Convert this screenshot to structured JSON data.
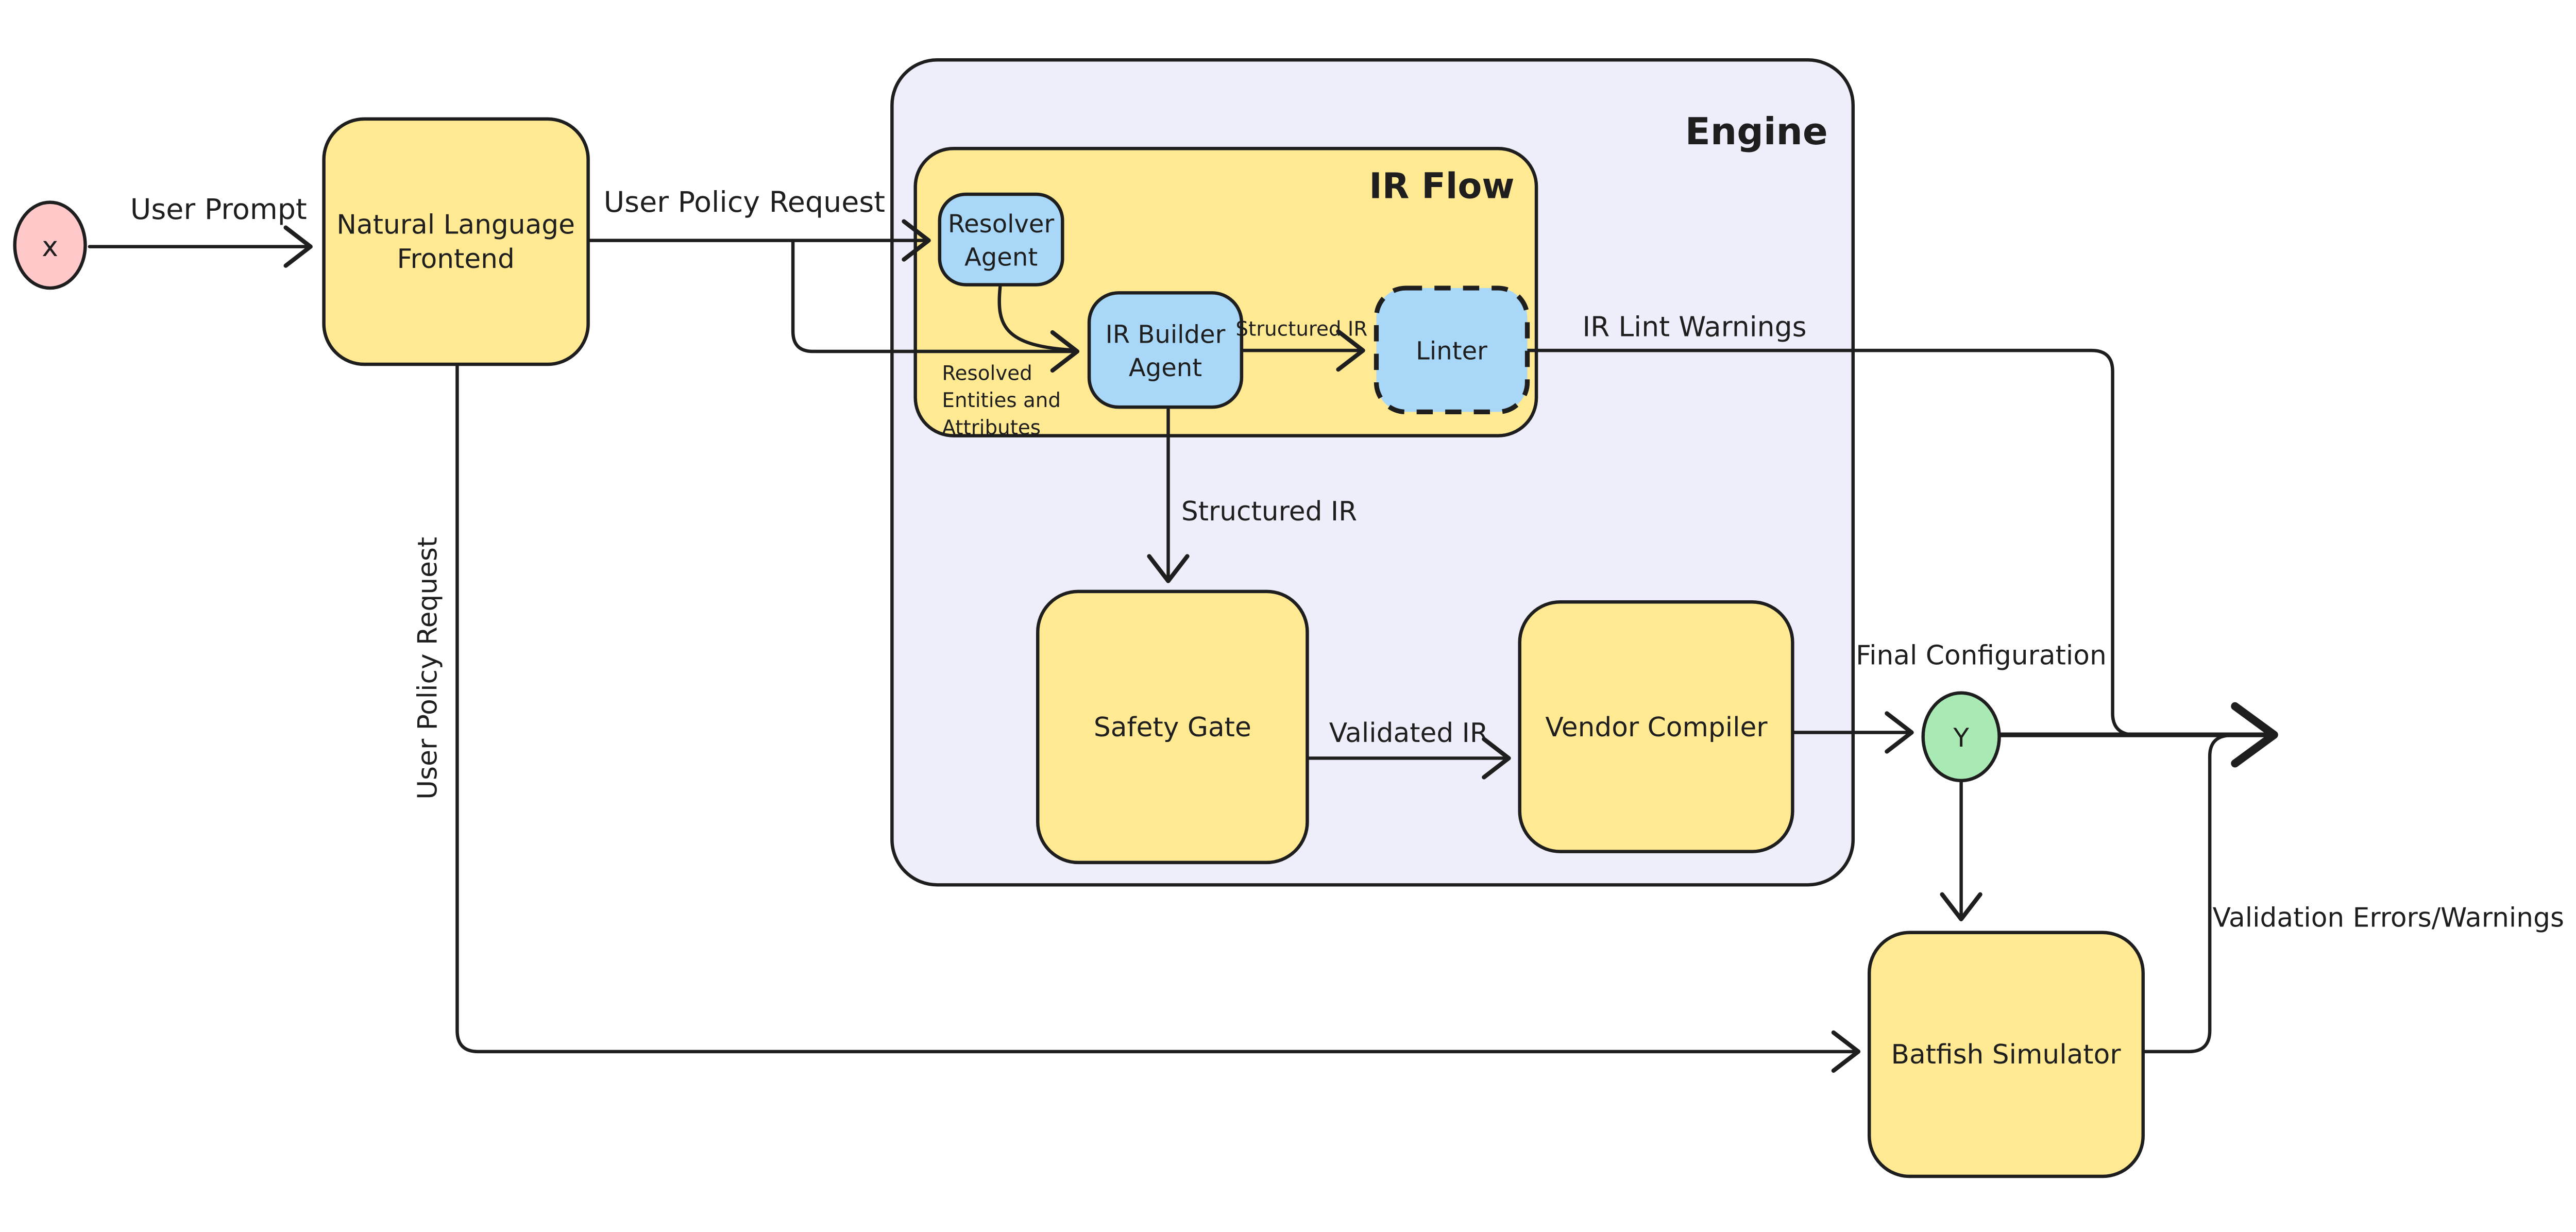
{
  "palette": {
    "yellow": "#ffe993",
    "blue": "#a8d7f7",
    "pink": "#ffc9c9",
    "green": "#a8e9b4",
    "lavender": "#eeeefa",
    "stroke": "#1e1e1e"
  },
  "containers": {
    "engine": {
      "label": "Engine"
    },
    "ir_flow": {
      "label": "IR Flow"
    }
  },
  "nodes": {
    "start": {
      "label": "x"
    },
    "nlf": {
      "line1": "Natural Language",
      "line2": "Frontend"
    },
    "resolver": {
      "line1": "Resolver",
      "line2": "Agent"
    },
    "ir_builder": {
      "line1": "IR Builder",
      "line2": "Agent"
    },
    "linter": {
      "label": "Linter"
    },
    "safety_gate": {
      "label": "Safety Gate"
    },
    "vendor_compiler": {
      "label": "Vendor Compiler"
    },
    "merge": {
      "label": "Y"
    },
    "batfish": {
      "label": "Batfish Simulator"
    }
  },
  "edge_labels": {
    "user_prompt": "User Prompt",
    "user_policy_request": "User Policy Request",
    "user_policy_request_vertical": "User Policy Request",
    "resolved_line1": "Resolved",
    "resolved_line2": "Entities and",
    "resolved_line3": "Attributes",
    "structured_ir_small": "Structured IR",
    "structured_ir": "Structured IR",
    "ir_lint_warnings": "IR Lint Warnings",
    "validated_ir": "Validated IR",
    "final_configuration": "Final Configuration",
    "validation_errors": "Validation Errors/Warnings"
  }
}
